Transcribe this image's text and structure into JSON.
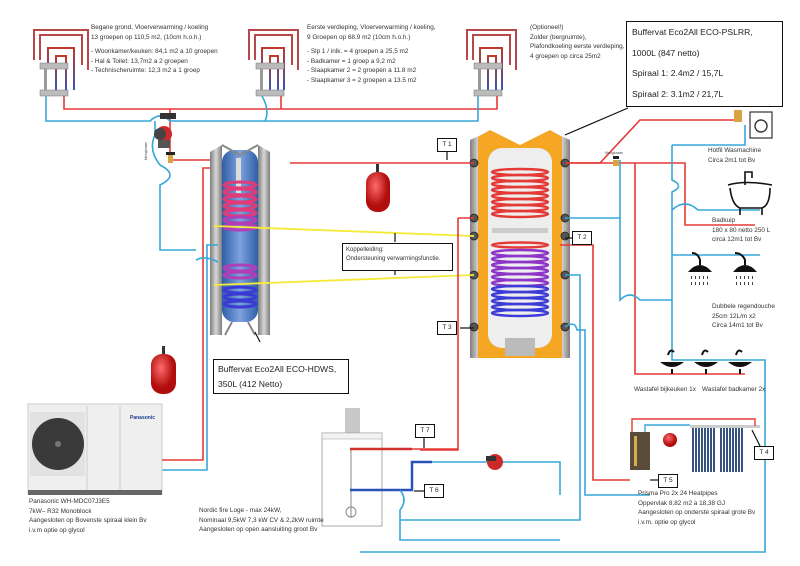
{
  "title": "Schema CV / warmwater installatie met buffervaten",
  "colors": {
    "supply": "#e53935",
    "return": "#36a7d8",
    "coupling": "#f4ea3a",
    "insulation": "#f5a623",
    "tank_shell": "#a6a6a6"
  },
  "floor_groups": [
    {
      "heading": "Begane grond, Vloerverwarming / koeling",
      "sub": "13 groepen op 110,5 m2, (10cm h.o.h.)",
      "items": [
        "- Woonkamer/keuken: 84,1 m2 a 10 groepen",
        "- Hal & Toilet: 13,7m2 a 2 groepen",
        "- Technischeruimte: 12,3 m2 a 1 groep"
      ]
    },
    {
      "heading": "Eerste verdieping, Vloerverwarming / koeling,",
      "sub": "9 Groepen op  68.9 m2 (10cm h.o.h.)",
      "items": [
        "- Slp 1 / inlk.    = 4 groepen a  25,5 m2",
        "- Badkamer      = 1 groep    a  9,2 m2",
        "- Slaapkamer 2 =  2 groepen a  11.8 m2",
        "- Slaapkamer 3 =  2 groepen a  13.5 m2"
      ]
    },
    {
      "heading": "(Optioneel!)",
      "sub": "Zolder (bergruimte),",
      "items": [
        "Plafondkoeling eerste verdieping,",
        "4 groepen op  circa 25m2"
      ]
    }
  ],
  "buffer_large": {
    "lines": [
      "Buffervat Eco2All  ECO-PSLRR,",
      "1000L (847 netto)",
      "Spiraal 1: 2.4m2 / 15,7L",
      "Spiraal 2: 3.1m2 / 21,7L"
    ]
  },
  "buffer_small": {
    "lines": [
      "Buffervat Eco2All ECO-HDWS,",
      "350L (412 Netto)"
    ]
  },
  "coupling": {
    "lines": [
      "Koppelleiding:",
      "Ondersteuning verwarmingsfunctie."
    ]
  },
  "heat_pump": {
    "brand_badge": "Panasonic",
    "lines": [
      "Panasonic WH-MDC07J3E5",
      "7kW– R32 Monoblock",
      "Aangesloten op Bovenste spiraal klein Bv",
      "i.v.m optie op glycol"
    ]
  },
  "stove": {
    "lines": [
      "Nordic fire Loge - max 24kW,",
      "Nominaal 9,5kW 7,3 kW CV & 2,2kW ruimte",
      "Aangesloten op open aansluiting groot Bv"
    ]
  },
  "solar": {
    "lines": [
      "Prisma Pro 2x 24 Heatpipes",
      "Oppervlak 8,82 m2  a  18,38 GJ",
      "Aangesloten op onderste spiraal grote Bv",
      "i.v.m. optie op glycol"
    ]
  },
  "appliances": {
    "washer": [
      "Hotfil Wasmachine",
      "Circa 2m1 tot Bv"
    ],
    "bath": [
      "Badkuip",
      "180 x 80 netto 250 L",
      "circa 12m1 tot Bv"
    ],
    "shower": [
      "Dubbele regendouche",
      "25cm 12L/m x2",
      "Circa 14m1 tot Bv"
    ],
    "sink_utility": "Wastafel bijkeuken 1x",
    "sink_bathroom": "Wastafel badkamer 2x"
  },
  "sensors": [
    "T 1",
    "T 2",
    "T 3",
    "T 4",
    "T 5",
    "T 6",
    "T 7"
  ],
  "mixing_valve_label": "Mengkraan"
}
